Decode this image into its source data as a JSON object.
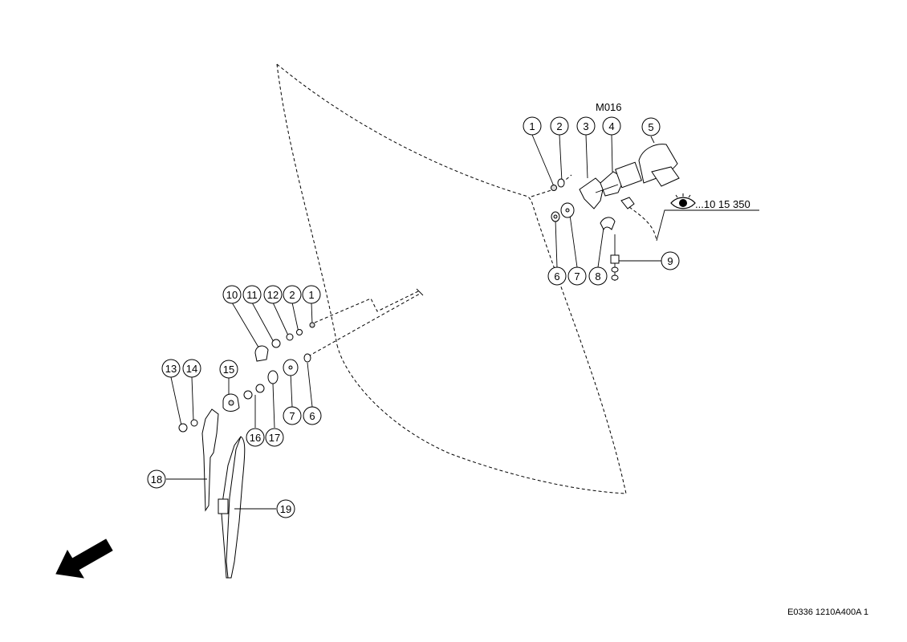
{
  "diagram": {
    "group_label": "M016",
    "reference": "...10 15 350",
    "reference_icon": "eye-icon",
    "footer_code": "E0336 1210A400A 1",
    "direction_icon": "arrow-down-left-icon",
    "callouts": {
      "c1a": "1",
      "c2a": "2",
      "c3": "3",
      "c4": "4",
      "c5": "5",
      "c6a": "6",
      "c7a": "7",
      "c8": "8",
      "c9": "9",
      "c10": "10",
      "c11": "11",
      "c12": "12",
      "c2b": "2",
      "c1b": "1",
      "c13": "13",
      "c14": "14",
      "c15": "15",
      "c7b": "7",
      "c6b": "6",
      "c16": "16",
      "c17": "17",
      "c18": "18",
      "c19": "19"
    }
  }
}
